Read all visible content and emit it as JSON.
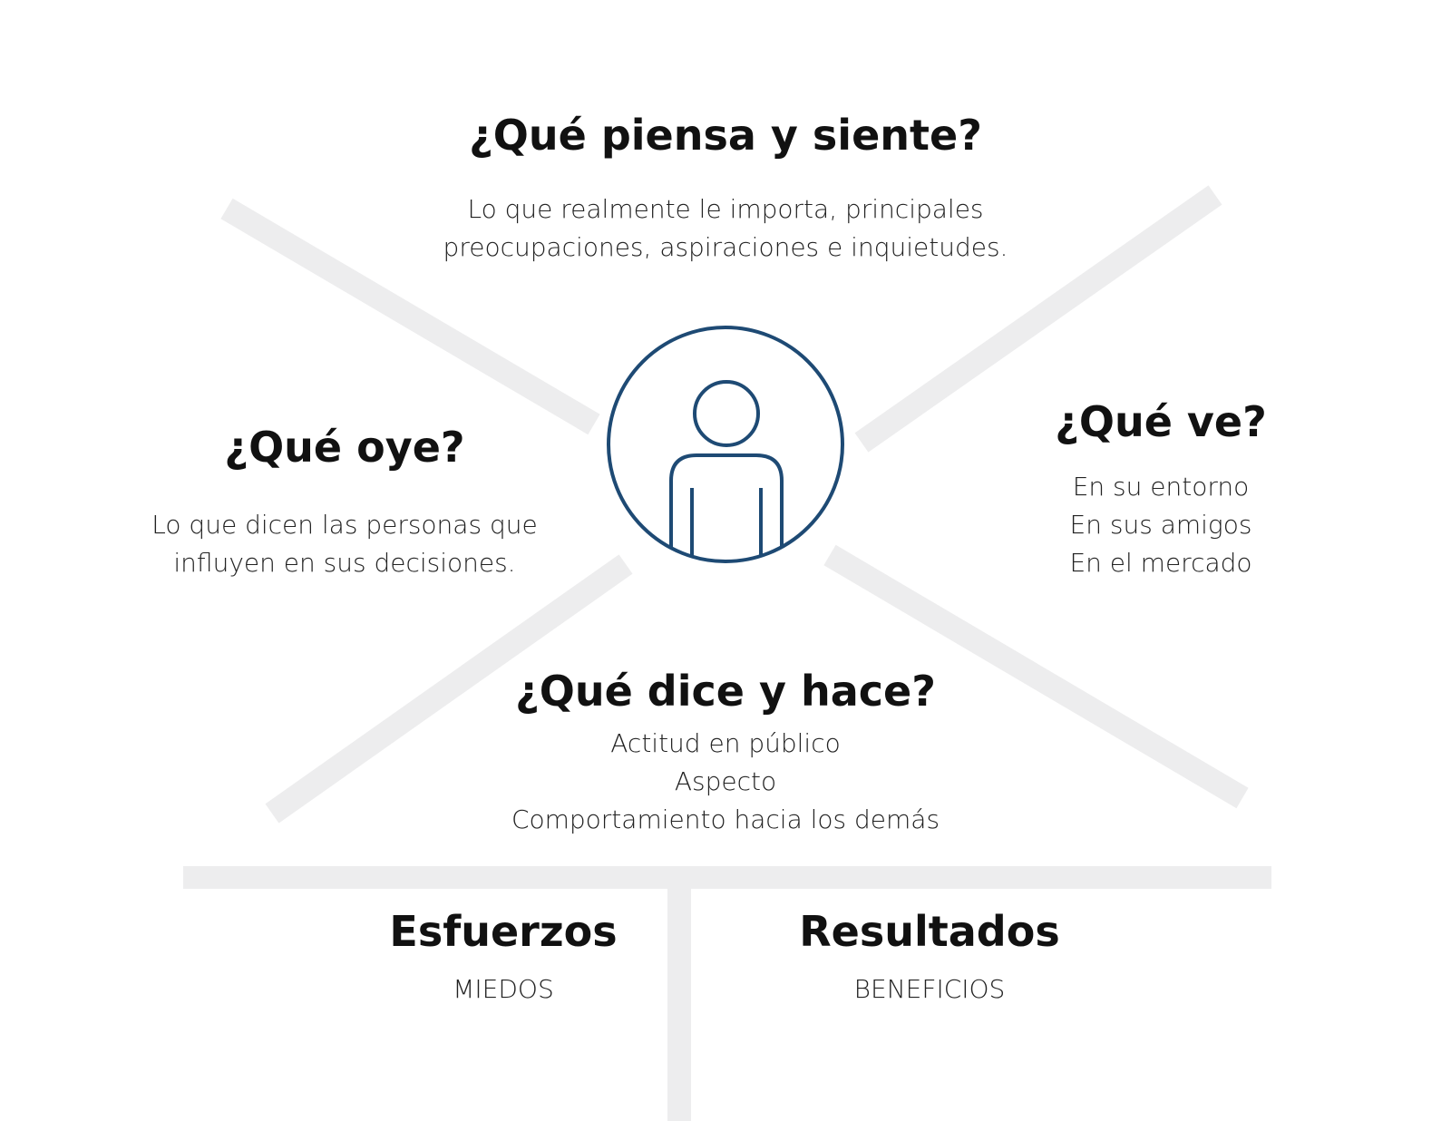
{
  "colors": {
    "divider": "#ededee",
    "person_icon": "#1e4a74",
    "heading": "#111111",
    "body": "#222222"
  },
  "icons": {
    "center": "person-icon"
  },
  "sections": {
    "think_feel": {
      "title": "¿Qué piensa y siente?",
      "lines": [
        "Lo que realmente le importa, principales",
        "preocupaciones, aspiraciones e inquietudes."
      ]
    },
    "hear": {
      "title": "¿Qué oye?",
      "lines": [
        "Lo que dicen las personas que",
        "influyen en sus decisiones."
      ]
    },
    "see": {
      "title": "¿Qué ve?",
      "lines": [
        "En su entorno",
        "En sus amigos",
        "En el mercado"
      ]
    },
    "say_do": {
      "title": "¿Qué dice y hace?",
      "lines": [
        "Actitud en público",
        "Aspecto",
        "Comportamiento hacia los demás"
      ]
    },
    "efforts": {
      "title": "Esfuerzos",
      "subtitle": "MIEDOS"
    },
    "results": {
      "title": "Resultados",
      "subtitle": "BENEFICIOS"
    }
  }
}
